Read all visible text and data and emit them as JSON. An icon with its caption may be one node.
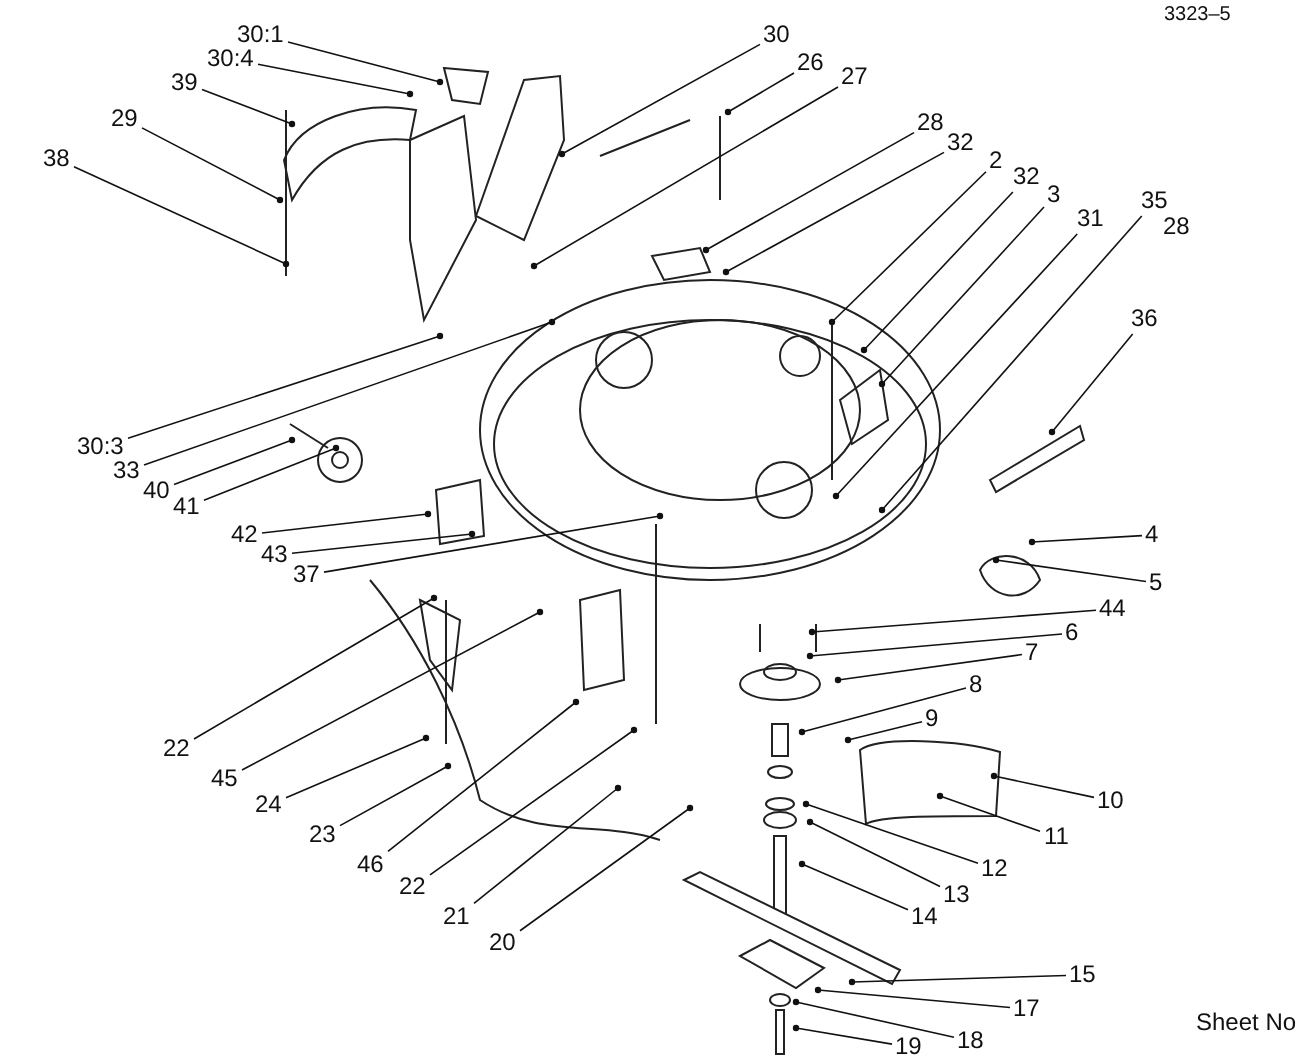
{
  "diagram": {
    "nodes": [
      {
        "text": [
          "30:1"
        ]
      },
      {
        "text": [
          "30:4"
        ]
      },
      {
        "text": [
          "39"
        ]
      },
      {
        "text": [
          "29"
        ]
      },
      {
        "text": [
          "38"
        ]
      },
      {
        "text": [
          "30"
        ]
      },
      {
        "text": [
          "26"
        ]
      },
      {
        "text": [
          "27"
        ]
      },
      {
        "text": [
          "28"
        ]
      },
      {
        "text": [
          "32"
        ]
      },
      {
        "text": [
          "2"
        ]
      },
      {
        "text": [
          "32"
        ]
      },
      {
        "text": [
          "3"
        ]
      },
      {
        "text": [
          "31"
        ]
      },
      {
        "text": [
          "35"
        ]
      },
      {
        "text": [
          "36"
        ]
      },
      {
        "text": [
          "30:3"
        ]
      },
      {
        "text": [
          "33"
        ]
      },
      {
        "text": [
          "40"
        ]
      },
      {
        "text": [
          "41"
        ]
      },
      {
        "text": [
          "42"
        ]
      },
      {
        "text": [
          "43"
        ]
      },
      {
        "text": [
          "37"
        ]
      },
      {
        "text": [
          "4"
        ]
      },
      {
        "text": [
          "5"
        ]
      },
      {
        "text": [
          "44"
        ]
      },
      {
        "text": [
          "6"
        ]
      },
      {
        "text": [
          "7"
        ]
      },
      {
        "text": [
          "8"
        ]
      },
      {
        "text": [
          "9"
        ]
      },
      {
        "text": [
          "22"
        ]
      },
      {
        "text": [
          "45"
        ]
      },
      {
        "text": [
          "24"
        ]
      },
      {
        "text": [
          "23"
        ]
      },
      {
        "text": [
          "46"
        ]
      },
      {
        "text": [
          "22"
        ]
      },
      {
        "text": [
          "21"
        ]
      },
      {
        "text": [
          "20"
        ]
      },
      {
        "text": [
          "10"
        ]
      },
      {
        "text": [
          "11"
        ]
      },
      {
        "text": [
          "12"
        ]
      },
      {
        "text": [
          "13"
        ]
      },
      {
        "text": [
          "14"
        ]
      },
      {
        "text": [
          "15"
        ]
      },
      {
        "text": [
          "17"
        ]
      },
      {
        "text": [
          "18"
        ]
      },
      {
        "text": [
          "19"
        ]
      }
    ],
    "edges": [
      {
        "from": 0,
        "to": null,
        "arrow": "other"
      },
      {
        "from": 1,
        "to": null,
        "arrow": "other"
      },
      {
        "from": 2,
        "to": null,
        "arrow": "other"
      },
      {
        "from": 3,
        "to": null,
        "arrow": "other"
      },
      {
        "from": 4,
        "to": null,
        "arrow": "other"
      },
      {
        "from": 5,
        "to": null,
        "arrow": "other"
      },
      {
        "from": 6,
        "to": null,
        "arrow": "other"
      },
      {
        "from": 7,
        "to": null,
        "arrow": "other"
      },
      {
        "from": 8,
        "to": null,
        "arrow": "other"
      },
      {
        "from": 9,
        "to": null,
        "arrow": "other"
      },
      {
        "from": 10,
        "to": null,
        "arrow": "other"
      },
      {
        "from": 11,
        "to": null,
        "arrow": "other"
      },
      {
        "from": 12,
        "to": null,
        "arrow": "other"
      },
      {
        "from": 13,
        "to": null,
        "arrow": "other"
      },
      {
        "from": 14,
        "to": null,
        "arrow": "other"
      },
      {
        "from": 15,
        "to": null,
        "arrow": "other"
      },
      {
        "from": 16,
        "to": null,
        "arrow": "other"
      },
      {
        "from": 17,
        "to": null,
        "arrow": "other"
      },
      {
        "from": 18,
        "to": null,
        "arrow": "other"
      },
      {
        "from": 19,
        "to": null,
        "arrow": "other"
      },
      {
        "from": 20,
        "to": null,
        "arrow": "other"
      },
      {
        "from": 21,
        "to": null,
        "arrow": "other"
      },
      {
        "from": 22,
        "to": null,
        "arrow": "other"
      },
      {
        "from": 23,
        "to": null,
        "arrow": "other"
      },
      {
        "from": 24,
        "to": null,
        "arrow": "other"
      },
      {
        "from": 25,
        "to": null,
        "arrow": "other"
      },
      {
        "from": 26,
        "to": null,
        "arrow": "other"
      },
      {
        "from": 27,
        "to": null,
        "arrow": "other"
      },
      {
        "from": 28,
        "to": null,
        "arrow": "other"
      },
      {
        "from": 29,
        "to": null,
        "arrow": "other"
      },
      {
        "from": 30,
        "to": null,
        "arrow": "other"
      },
      {
        "from": 31,
        "to": null,
        "arrow": "other"
      },
      {
        "from": 32,
        "to": null,
        "arrow": "other"
      },
      {
        "from": 33,
        "to": null,
        "arrow": "other"
      },
      {
        "from": 34,
        "to": null,
        "arrow": "other"
      },
      {
        "from": 35,
        "to": null,
        "arrow": "other"
      },
      {
        "from": 36,
        "to": null,
        "arrow": "other"
      },
      {
        "from": 37,
        "to": null,
        "arrow": "other"
      },
      {
        "from": 38,
        "to": null,
        "arrow": "other"
      },
      {
        "from": 39,
        "to": null,
        "arrow": "other"
      },
      {
        "from": 40,
        "to": null,
        "arrow": "other"
      },
      {
        "from": 41,
        "to": null,
        "arrow": "other"
      },
      {
        "from": 42,
        "to": null,
        "arrow": "other"
      },
      {
        "from": 43,
        "to": null,
        "arrow": "other"
      },
      {
        "from": 44,
        "to": null,
        "arrow": "other"
      },
      {
        "from": 45,
        "to": null,
        "arrow": "other"
      },
      {
        "from": 46,
        "to": null,
        "arrow": "other"
      }
    ],
    "labels": [
      "3323–5",
      "28",
      "Sheet No"
    ]
  }
}
